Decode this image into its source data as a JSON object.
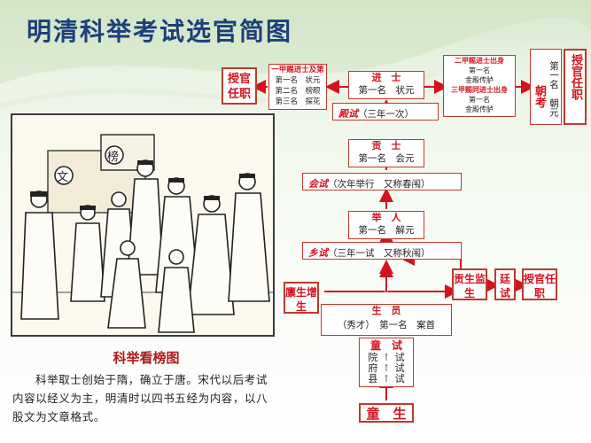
{
  "title": "明清科举考试选官简图",
  "caption": {
    "heading": "科举看榜图",
    "text": "科举取士创始于隋，确立于唐。宋代以后考试内容以经义为主，明清时以四书五经为内容，以八股文为文章格式。"
  },
  "picture": {
    "sign_left": "文",
    "sign_right": "榜"
  },
  "nodes": {
    "tongsheng": "童　生",
    "tongshi": {
      "title": "童　试",
      "levels": [
        "院",
        "府",
        "县"
      ],
      "tests": [
        "试",
        "试",
        "试"
      ]
    },
    "shengyuan": {
      "title": "生　员",
      "sub": "（秀才）　第一名　案首"
    },
    "xiangshi": {
      "title": "乡试",
      "sub": "（三年一试　又称秋闱）"
    },
    "juren": {
      "title": "举　人",
      "sub": "第一名　解元"
    },
    "huishi": {
      "title": "会试",
      "sub": "（次年举行　又称春闱）"
    },
    "gongshi": {
      "title": "贡　士",
      "sub": "第一名　会元"
    },
    "dianshi": {
      "title": "殿试",
      "sub": "（三年一次）"
    },
    "jinshi": {
      "title": "进　士",
      "sub": "第一名　状元"
    },
    "yijia": {
      "title": "一甲赐进士及第",
      "rows": [
        "第一名　状元",
        "第二名　榜眼",
        "第三名　探花"
      ]
    },
    "shouguan_left": "授官任职",
    "erjia": {
      "l1": "二甲赐进士出身",
      "l2": "第一名",
      "l3": "金殿传胪",
      "l4": "三甲赐同进士出身",
      "l5": "第一名",
      "l6": "金殿传胪"
    },
    "chaokao": {
      "title": "朝考",
      "text": "第一名　朝元"
    },
    "shouguan_right": "授官任职",
    "jiansheng": "廪生增生",
    "gongsheng": "贡生监生",
    "tingshi": "廷试",
    "shouguan_mid": "授官任职"
  },
  "colors": {
    "accent": "#d4121e",
    "title": "#1d3f7a",
    "border": "#c0392b"
  }
}
